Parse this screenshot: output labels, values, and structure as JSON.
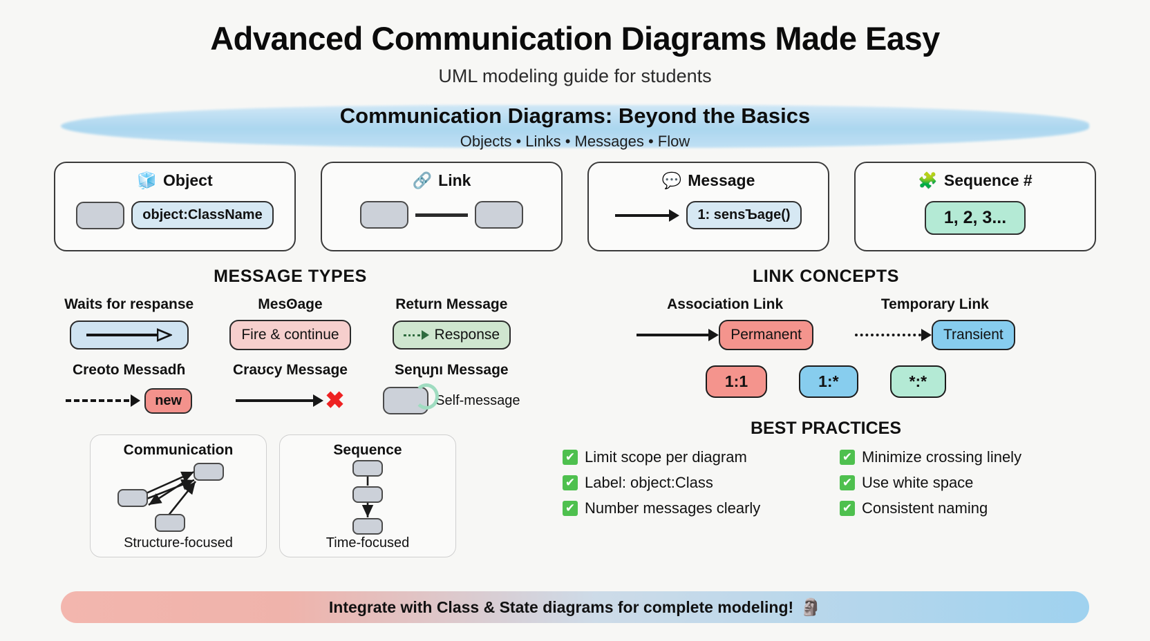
{
  "header": {
    "title": "Advanced Communication Diagrams Made Easy",
    "subtitle": "UML modeling guide for students"
  },
  "banner": {
    "title": "Communication Diagrams: Beyond the Basics",
    "subtitle": "Objects • Links • Messages • Flow",
    "color": "#a9d6ef"
  },
  "concept_cards": [
    {
      "icon": "cube-icon",
      "icon_glyph": "🧊",
      "title": "Object",
      "pill_label": "object:ClassName"
    },
    {
      "icon": "chain-link-icon",
      "icon_glyph": "🔗",
      "title": "Link",
      "pill_label": ""
    },
    {
      "icon": "speech-bubble-icon",
      "icon_glyph": "💬",
      "title": "Message",
      "pill_label": "1: sensЪage()"
    },
    {
      "icon": "puzzle-icon",
      "icon_glyph": "🧩",
      "title": "Sequence #",
      "pill_label": "1, 2, 3..."
    }
  ],
  "message_types": {
    "section_title": "MESSAGE TYPES",
    "items": [
      {
        "label": "Waits for respanse",
        "visual": "hollow-arrow-in-blue-pill",
        "pill_label": ""
      },
      {
        "label": "Mesʘage",
        "visual": "pink-pill",
        "pill_label": "Fire & continue"
      },
      {
        "label": "Return Message",
        "visual": "green-pill-dotted-arrow",
        "pill_label": "Response"
      },
      {
        "label": "Creoto Messadɦ",
        "visual": "dashed-arrow-new-pill",
        "pill_label": "new"
      },
      {
        "label": "Craʊcy Message",
        "visual": "solid-arrow-red-x",
        "pill_label": "✖"
      },
      {
        "label": "Seɳuɲı Message",
        "visual": "self-loop-box",
        "pill_label": "Self-message"
      }
    ]
  },
  "link_concepts": {
    "section_title": "LINK CONCEPTS",
    "items": [
      {
        "label": "Association Link",
        "arrow": "solid",
        "pill_label": "Permanent",
        "color": "#f4948d"
      },
      {
        "label": "Temporary Link",
        "arrow": "dotted",
        "pill_label": "Transient",
        "color": "#87cdee"
      }
    ],
    "multiplicities": [
      {
        "label": "1:1",
        "color": "#f4948d"
      },
      {
        "label": "1:*",
        "color": "#87cdee"
      },
      {
        "label": "*:*",
        "color": "#b4ead5"
      }
    ]
  },
  "best_practices": {
    "section_title": "BEST PRACTICES",
    "items": [
      "Limit scope per diagram",
      "Minimize crossing linely",
      "Label: object:Class",
      "Use white space",
      "Number messages clearly",
      "Consistent naming"
    ]
  },
  "comparison": [
    {
      "title": "Communication",
      "caption": "Structure-focused",
      "visual": "node-graph"
    },
    {
      "title": "Sequence",
      "caption": "Time-focused",
      "visual": "vertical-chain"
    }
  ],
  "footer": {
    "text": "Integrate with Class & State diagrams for complete modeling!",
    "emoji": "🗿"
  }
}
